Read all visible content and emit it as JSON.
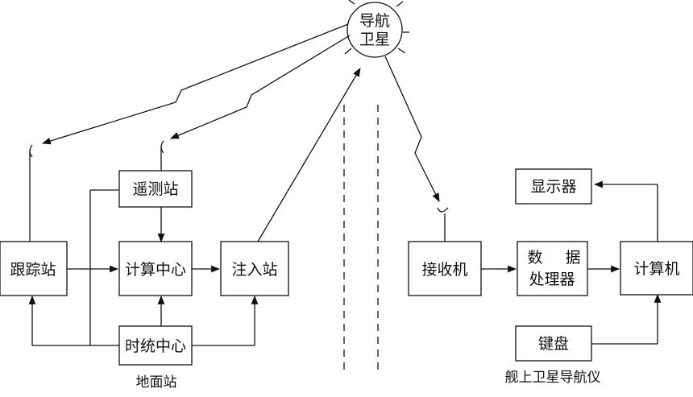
{
  "satellite": {
    "line1": "导航",
    "line2": "卫星"
  },
  "ground": {
    "tracking": "跟踪站",
    "telemetry": "遥测站",
    "computing": "计算中心",
    "injection": "注入站",
    "timing": "时统中心",
    "caption": "地面站"
  },
  "ship": {
    "receiver": "接收机",
    "processor_line1_a": "数",
    "processor_line1_b": "据",
    "processor_line2": "处理器",
    "computer": "计算机",
    "display": "显示器",
    "keyboard": "键盘",
    "caption": "舰上卫星导航仪"
  }
}
